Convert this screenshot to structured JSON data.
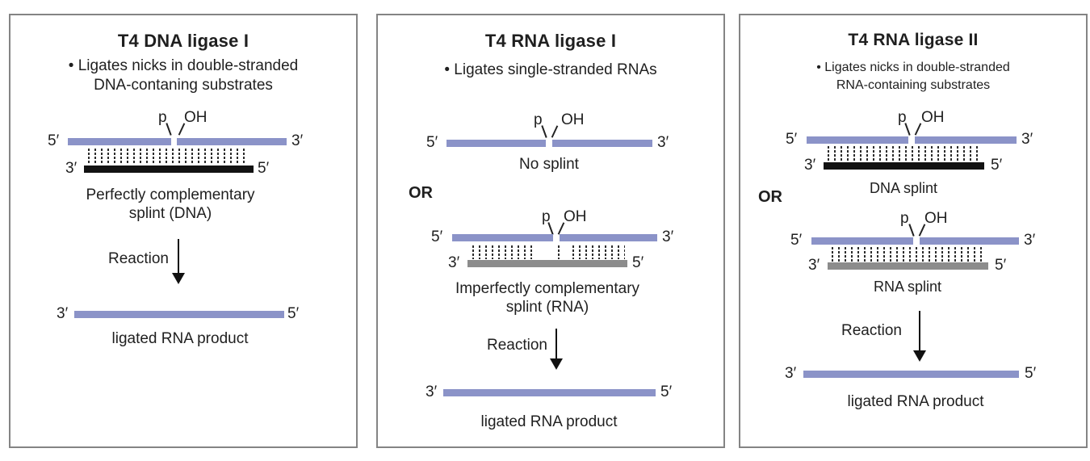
{
  "colors": {
    "strand_blue": "#8b93c8",
    "dna_splint_black": "#121212",
    "rna_splint_gray": "#8c8c8c",
    "panel_border_gray": "#848484",
    "text": "#1f1f1f"
  },
  "labels": {
    "five_prime": "5′",
    "three_prime": "3′",
    "phosphate": "p",
    "hydroxyl": "OH",
    "or": "OR",
    "reaction": "Reaction"
  },
  "panels": [
    {
      "title": "T4 DNA ligase I",
      "bullet1": "• Ligates nicks in double-stranded",
      "bullet2": "DNA-contaning substrates",
      "sub1": {
        "cap1": "Perfectly complementary",
        "cap2": "splint (DNA)",
        "splint_type": "DNA",
        "pairing": "perfect"
      },
      "product_caption": "ligated RNA product"
    },
    {
      "title": "T4 RNA ligase I",
      "bullet1": "• Ligates single-stranded RNAs",
      "sub1": {
        "cap1": "No splint",
        "splint_type": "none"
      },
      "sub2": {
        "cap1": "Imperfectly complementary",
        "cap2": "splint (RNA)",
        "splint_type": "RNA",
        "pairing": "imperfect"
      },
      "product_caption": "ligated RNA product"
    },
    {
      "title": "T4 RNA ligase II",
      "bullet1": "• Ligates nicks in double-stranded",
      "bullet2": "RNA-containing substrates",
      "sub1": {
        "cap1": "DNA splint",
        "splint_type": "DNA",
        "pairing": "perfect"
      },
      "sub2": {
        "cap1": "RNA splint",
        "splint_type": "RNA",
        "pairing": "perfect"
      },
      "product_caption": "ligated RNA product"
    }
  ]
}
